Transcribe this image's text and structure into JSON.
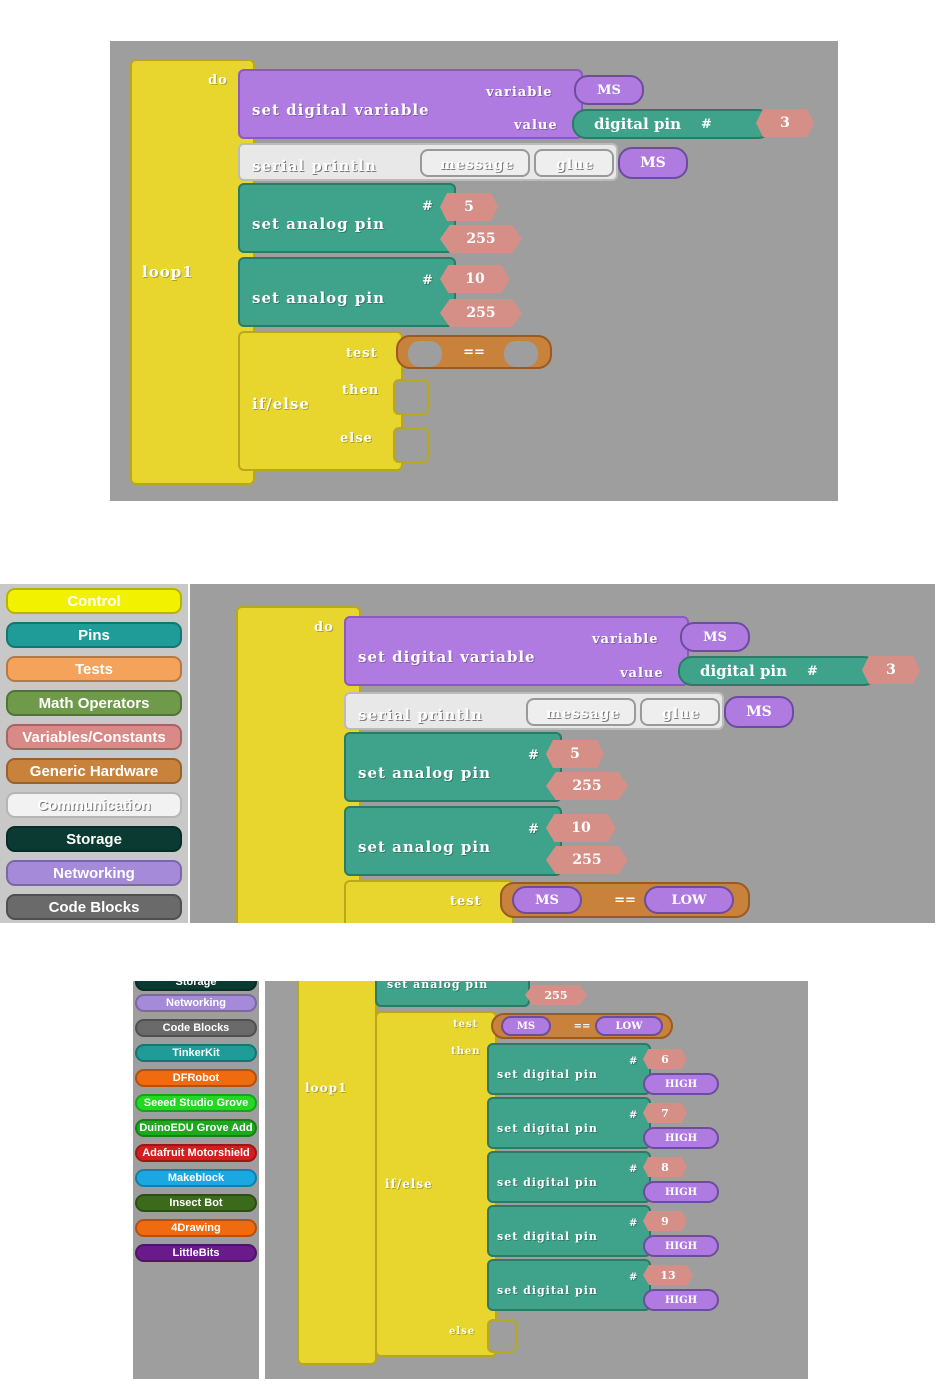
{
  "panel1": {
    "loop": "loop1",
    "do": "do",
    "set_digital_variable": "set digital variable",
    "variable": "variable",
    "value": "value",
    "var_name": "MS",
    "digital_pin": "digital pin",
    "hash": "#",
    "pin3": "3",
    "serial_println": "serial println",
    "message": "message",
    "glue": "glue",
    "ms": "MS",
    "set_analog_pin": "set analog pin",
    "pin5": "5",
    "val255": "255",
    "pin10": "10",
    "ifelse": "if/else",
    "test": "test",
    "then": "then",
    "else": "else",
    "eq": "=="
  },
  "panel2": {
    "categories": [
      {
        "label": "Control",
        "color": "#f2f200"
      },
      {
        "label": "Pins",
        "color": "#1f9b98"
      },
      {
        "label": "Tests",
        "color": "#f5a25a"
      },
      {
        "label": "Math Operators",
        "color": "#6e9a4a"
      },
      {
        "label": "Variables/Constants",
        "color": "#d98a86"
      },
      {
        "label": "Generic Hardware",
        "color": "#c9823c"
      },
      {
        "label": "Communication",
        "color": "#f2f2f2"
      },
      {
        "label": "Storage",
        "color": "#0a3a32"
      },
      {
        "label": "Networking",
        "color": "#a58ad9"
      },
      {
        "label": "Code Blocks",
        "color": "#6a6a6a"
      }
    ],
    "do": "do",
    "set_digital_variable": "set digital variable",
    "variable": "variable",
    "value": "value",
    "var_name": "MS",
    "digital_pin": "digital pin",
    "hash": "#",
    "pin3": "3",
    "serial_println": "serial println",
    "message": "message",
    "glue": "glue",
    "ms": "MS",
    "set_analog_pin": "set analog pin",
    "pin5": "5",
    "val255": "255",
    "pin10": "10",
    "test": "test",
    "eq": "==",
    "low": "LOW"
  },
  "panel3": {
    "categories": [
      {
        "label": "Storage",
        "color": "#0a3a32"
      },
      {
        "label": "Networking",
        "color": "#a58ad9"
      },
      {
        "label": "Code Blocks",
        "color": "#6a6a6a"
      },
      {
        "label": "TinkerKit",
        "color": "#1f9b98"
      },
      {
        "label": "DFRobot",
        "color": "#f06a10"
      },
      {
        "label": "Seeed Studio Grove",
        "color": "#22d922"
      },
      {
        "label": "DuinoEDU Grove Add",
        "color": "#1ea81e"
      },
      {
        "label": "Adafruit Motorshield",
        "color": "#d21e1e"
      },
      {
        "label": "Makeblock",
        "color": "#1aa8e0"
      },
      {
        "label": "Insect Bot",
        "color": "#3a6a1a"
      },
      {
        "label": "4Drawing",
        "color": "#f06a10"
      },
      {
        "label": "LittleBits",
        "color": "#6a1a8a"
      }
    ],
    "set_analog_pin": "set analog pin",
    "val255": "255",
    "loop": "loop1",
    "ifelse": "if/else",
    "test": "test",
    "then": "then",
    "else": "else",
    "ms": "MS",
    "eq": "==",
    "low": "LOW",
    "set_digital_pin": "set digital pin",
    "hash": "#",
    "high": "HIGH",
    "pins": [
      "6",
      "7",
      "8",
      "9",
      "13"
    ]
  }
}
